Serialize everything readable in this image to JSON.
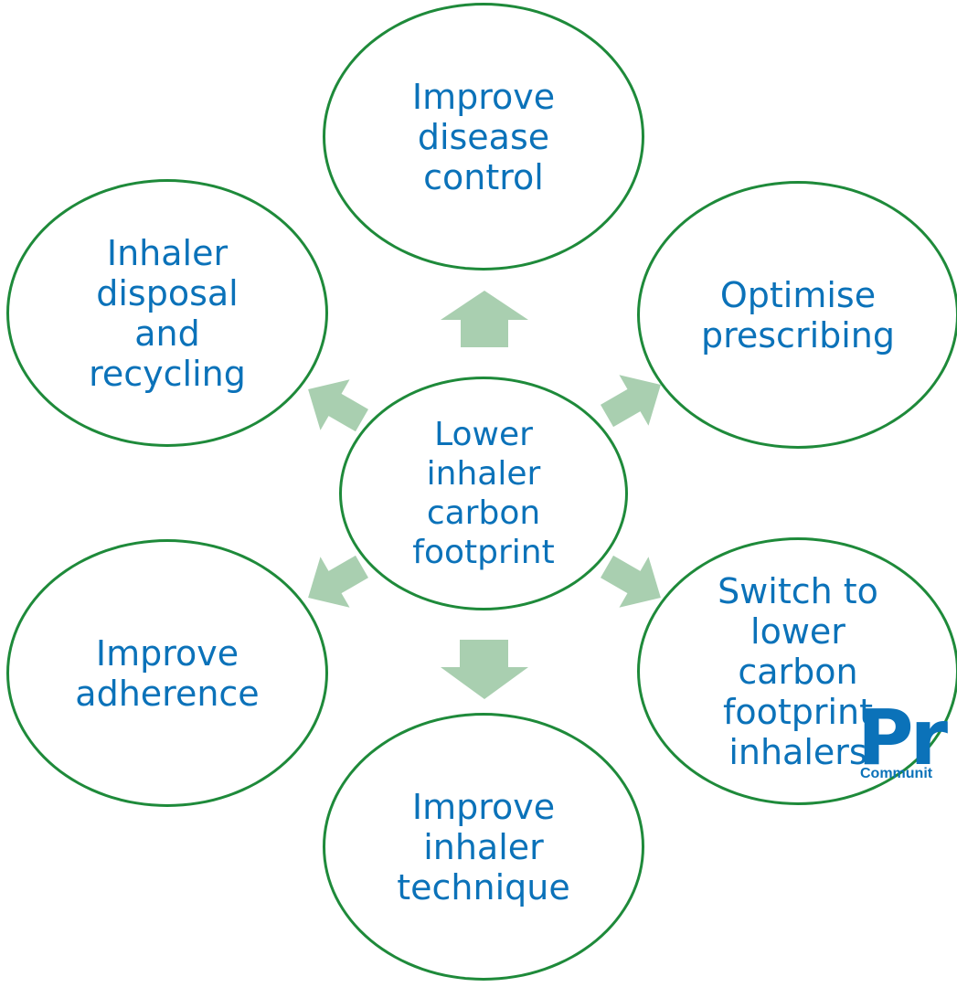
{
  "diagram": {
    "center": {
      "label": "Lower\ninhaler\ncarbon\nfootprint"
    },
    "nodes": [
      {
        "id": "top",
        "label": "Improve\ndisease\ncontrol"
      },
      {
        "id": "upper-right",
        "label": "Optimise\nprescribing"
      },
      {
        "id": "lower-right",
        "label": "Switch to\nlower\ncarbon\nfootprint\ninhalers"
      },
      {
        "id": "bottom",
        "label": "Improve\ninhaler\ntechnique"
      },
      {
        "id": "lower-left",
        "label": "Improve\nadherence"
      },
      {
        "id": "upper-left",
        "label": "Inhaler\ndisposal\nand\nrecycling"
      }
    ],
    "colors": {
      "node_border": "#1e8a3a",
      "text": "#0b72b9",
      "arrow": "#a9cfb0"
    }
  },
  "logo": {
    "mark": "Pr",
    "subtext": "Communit"
  }
}
